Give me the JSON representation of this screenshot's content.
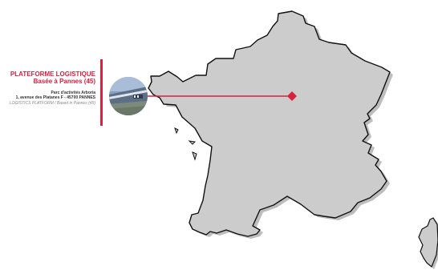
{
  "location": {
    "title_line1": "PLATEFORME LOGISTIQUE",
    "title_line2": "Basée à Pannes (45)",
    "address_line1": "Parc d'activités Arboria",
    "address_line2": "1, avenue des Platanes F - 45700 PANNES",
    "subtitle": "LOGISTICS PLATFORM  / Based in Pannes (45)"
  },
  "colors": {
    "accent": "#d8203f",
    "land": "#cccccc",
    "coast": "#111111"
  },
  "icons": {
    "marker": "diamond-marker-icon"
  }
}
